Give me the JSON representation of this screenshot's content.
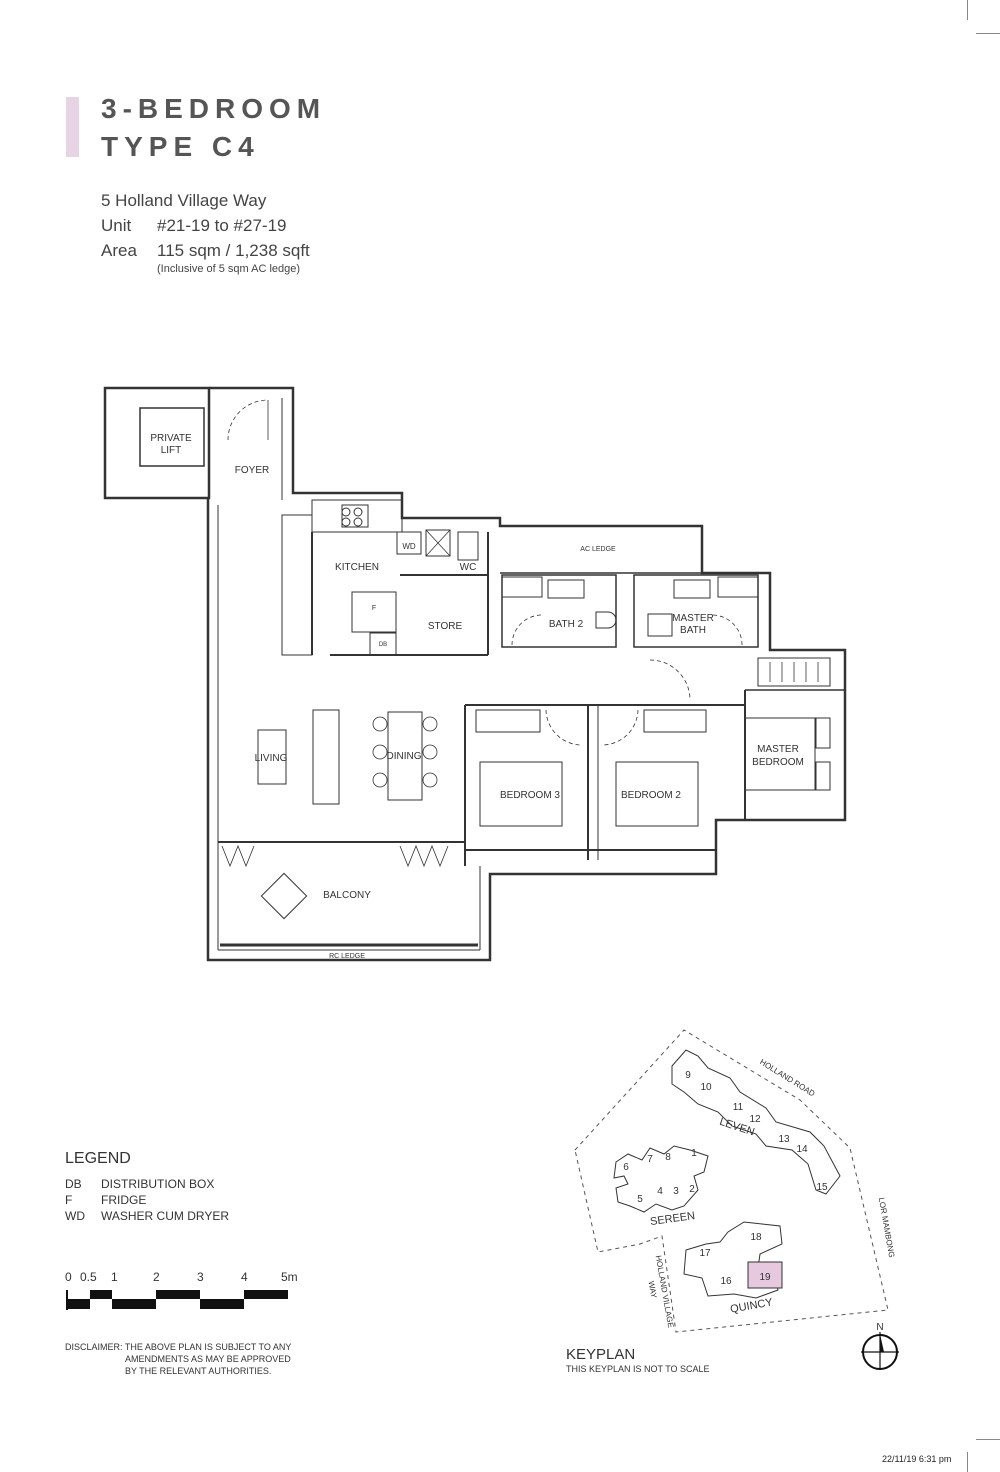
{
  "header": {
    "title_line1": "3-BEDROOM",
    "title_line2": "TYPE C4"
  },
  "info": {
    "address": "5 Holland Village Way",
    "unit_label": "Unit",
    "unit_value": "#21-19 to #27-19",
    "area_label": "Area",
    "area_value": "115 sqm / 1,238 sqft",
    "area_note": "(Inclusive of 5 sqm AC ledge)"
  },
  "rooms": {
    "private_lift": "PRIVATE",
    "private_lift_2": "LIFT",
    "foyer": "FOYER",
    "kitchen": "KITCHEN",
    "wd": "WD",
    "wc": "WC",
    "ac_ledge": "AC LEDGE",
    "store": "STORE",
    "fridge": "F",
    "db": "DB",
    "bath2": "BATH 2",
    "master_bath": "MASTER",
    "master_bath_2": "BATH",
    "living": "LIVING",
    "dining": "DINING",
    "bedroom3": "BEDROOM 3",
    "bedroom2": "BEDROOM 2",
    "master_bedroom": "MASTER",
    "master_bedroom_2": "BEDROOM",
    "balcony": "BALCONY",
    "rc_ledge": "RC LEDGE"
  },
  "legend": {
    "title": "LEGEND",
    "items": [
      {
        "abbr": "DB",
        "text": "DISTRIBUTION BOX"
      },
      {
        "abbr": "F",
        "text": "FRIDGE"
      },
      {
        "abbr": "WD",
        "text": "WASHER CUM DRYER"
      }
    ]
  },
  "scale": {
    "labels": [
      "0",
      "0.5",
      "1",
      "2",
      "3",
      "4",
      "5m"
    ]
  },
  "disclaimer": {
    "line1": "DISCLAIMER: THE ABOVE PLAN IS SUBJECT TO ANY",
    "line2": "AMENDMENTS AS MAY BE APPROVED",
    "line3": "BY THE RELEVANT AUTHORITIES."
  },
  "keyplan": {
    "title": "KEYPLAN",
    "note": "THIS KEYPLAN IS NOT TO SCALE",
    "roads": {
      "holland_road": "HOLLAND ROAD",
      "lor_mambong": "LOR MAMBONG",
      "holland_village_way": "HOLLAND VILLAGE",
      "holland_village_way_2": "WAY"
    },
    "blocks": {
      "leven": "LEVEN",
      "sereen": "SEREEN",
      "quincy": "QUINCY"
    },
    "units": [
      "1",
      "2",
      "3",
      "4",
      "5",
      "6",
      "7",
      "8",
      "9",
      "10",
      "11",
      "12",
      "13",
      "14",
      "15",
      "16",
      "17",
      "18",
      "19"
    ],
    "north": "N",
    "highlight_color": "#e6c8df"
  },
  "footer": {
    "stamp": "22/11/19 6:31 pm"
  }
}
